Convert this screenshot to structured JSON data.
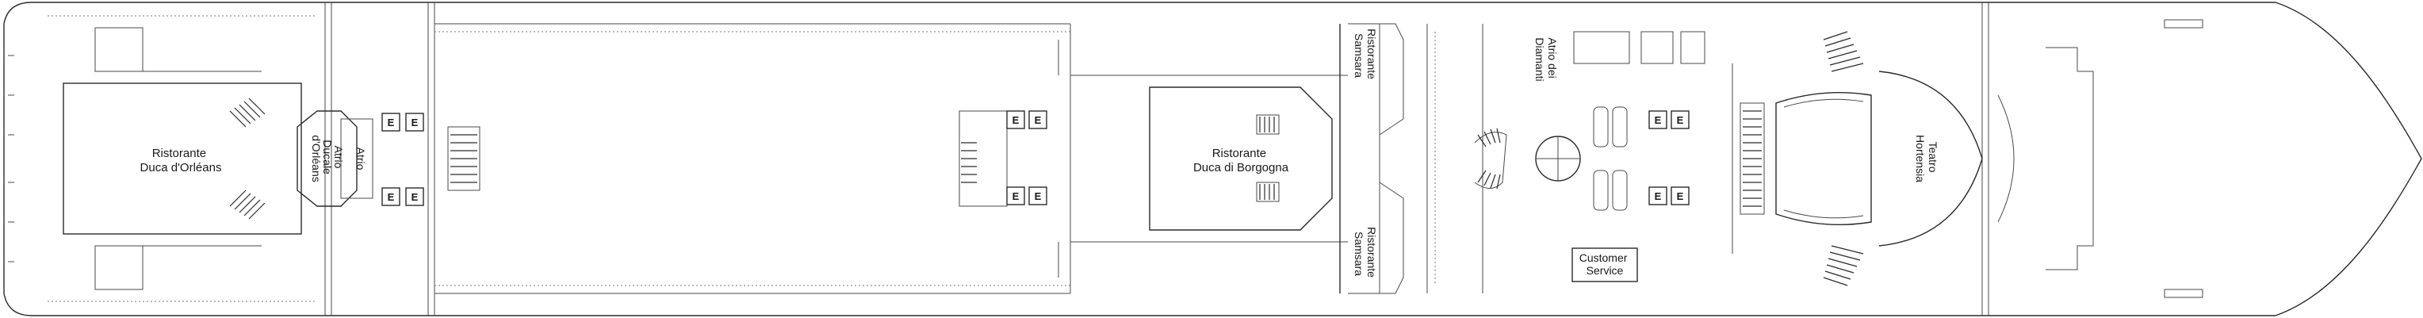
{
  "labels": {
    "ristorante_orleans": [
      "Ristorante",
      "Duca d'Orléans"
    ],
    "atrio_ducale": [
      "Atrio",
      "Ducale",
      "d'Orléans"
    ],
    "atrio_ducale_2": [
      "Atrio"
    ],
    "ristorante_borgogna": [
      "Ristorante",
      "Duca di Borgogna"
    ],
    "ristorante_samsara_top": [
      "Ristorante",
      "Samsara"
    ],
    "ristorante_samsara_bottom": [
      "Ristorante",
      "Samsara"
    ],
    "atrio_diamanti": [
      "Atrio dei",
      "Diamanti"
    ],
    "customer_service": [
      "Customer",
      "Service"
    ],
    "teatro_hortensia": [
      "Teatro",
      "Hortensia"
    ]
  },
  "elevator_glyph": "E",
  "colors": {
    "line": "#2a2a2a",
    "background": "#ffffff"
  }
}
